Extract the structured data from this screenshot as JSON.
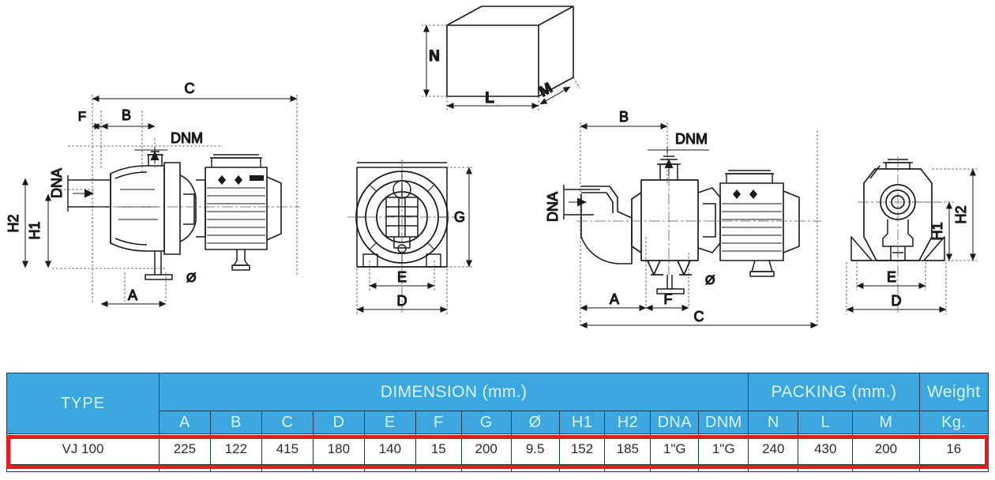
{
  "drawings": {
    "view1": {
      "name": "pump-side-view-horizontal-jet",
      "labels": {
        "c": "C",
        "f": "F",
        "b": "B",
        "dnm": "DNM",
        "dna": "DNA",
        "h2": "H2",
        "h1": "H1",
        "a": "A",
        "dia": "Ø"
      }
    },
    "view2": {
      "name": "pump-end-view-motor",
      "labels": {
        "g": "G",
        "e": "E",
        "d": "D"
      }
    },
    "view3": {
      "name": "pump-side-view-centrifugal",
      "labels": {
        "b": "B",
        "dnm": "DNM",
        "dna": "DNA",
        "a": "A",
        "f": "F",
        "c": "C",
        "dia": "Ø"
      }
    },
    "view4": {
      "name": "pump-end-view-body",
      "labels": {
        "h2": "H2",
        "h1": "H1",
        "e": "E",
        "d": "D"
      }
    },
    "packing_box": {
      "name": "packing-carton-isometric",
      "labels": {
        "n": "N",
        "l": "L",
        "m": "M"
      }
    }
  },
  "table": {
    "group_headers": {
      "type": "TYPE",
      "dimension": "DIMENSION (mm.)",
      "packing": "PACKING (mm.)",
      "weight": "Weight"
    },
    "sub_headers": [
      "A",
      "B",
      "C",
      "D",
      "E",
      "F",
      "G",
      "Ø",
      "H1",
      "H2",
      "DNA",
      "DNM",
      "N",
      "L",
      "M",
      "Kg."
    ],
    "rows": [
      {
        "type": "VJ 100",
        "values": [
          "225",
          "122",
          "415",
          "180",
          "140",
          "15",
          "200",
          "9.5",
          "152",
          "185",
          "1\"G",
          "1\"G",
          "240",
          "430",
          "200",
          "16"
        ]
      }
    ],
    "colors": {
      "header_bg": "#3ba7de",
      "header_text": "#d6f6ff",
      "border": "#123b52",
      "highlight": "#e71b1b",
      "cell_bg": "#ffffff",
      "cell_text": "#2b2b2b"
    }
  }
}
